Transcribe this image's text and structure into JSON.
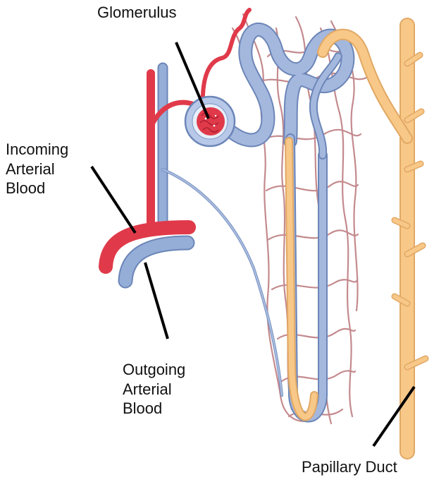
{
  "labels": {
    "glomerulus": "Glomerulus",
    "incoming": [
      "Incoming",
      "Arterial",
      "Blood"
    ],
    "outgoing": [
      "Outgoing",
      "Arterial",
      "Blood"
    ],
    "papillary": "Papillary Duct"
  },
  "colors": {
    "artery": "#e03a4a",
    "vein": "#94aed8",
    "vein_outline": "#6c86b8",
    "capillary": "#c48a8e",
    "tubule": "#f8c888",
    "tubule_outline": "#e1a864",
    "leader": "#000000"
  }
}
